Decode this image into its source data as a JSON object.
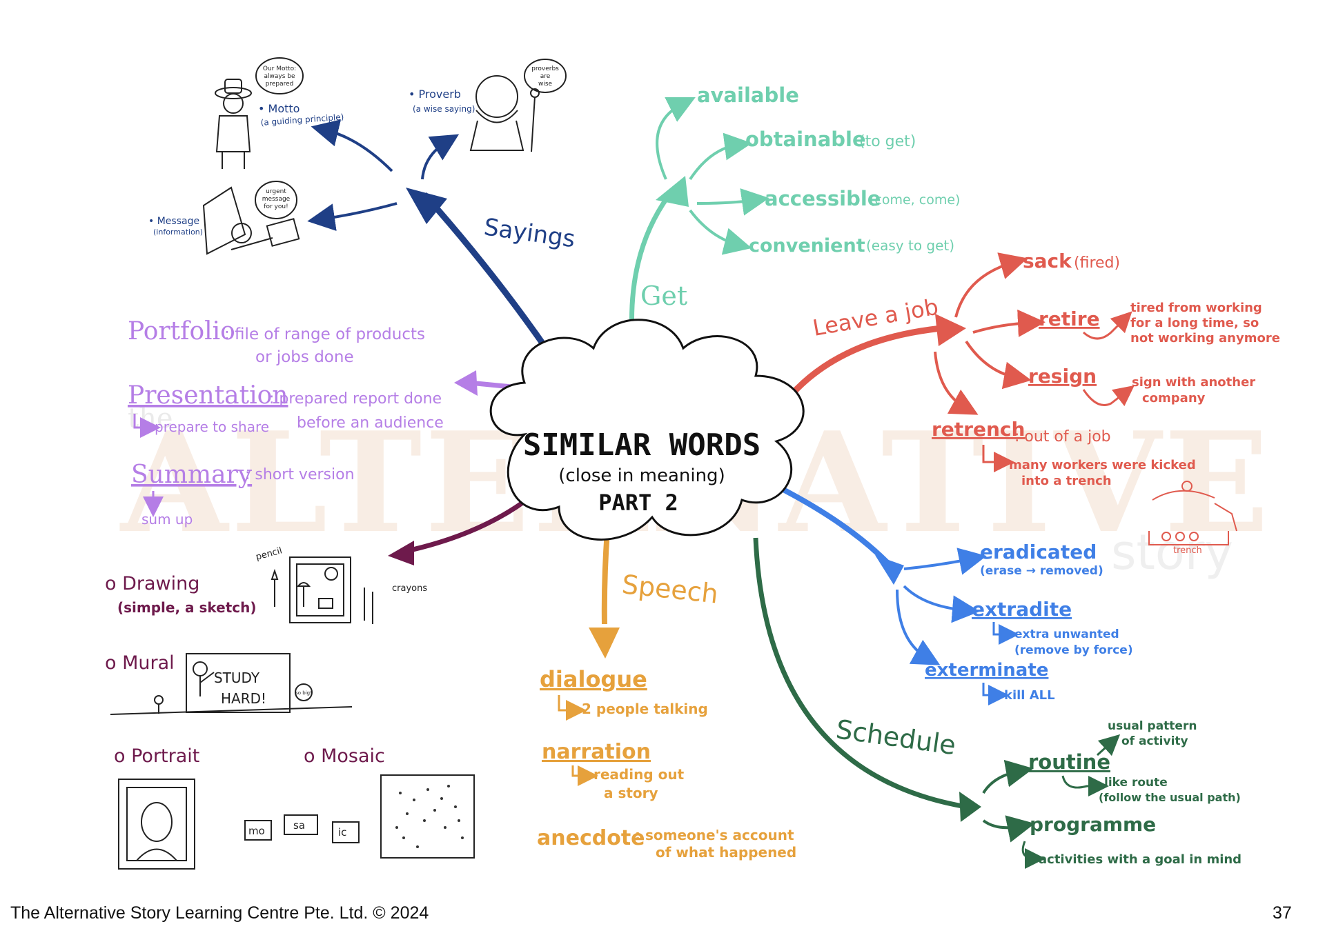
{
  "center": {
    "title": "SIMILAR WORDS",
    "subtitle": "(close in meaning)",
    "part": "PART 2"
  },
  "watermark": {
    "the": "the",
    "word": "ALTERNATIVE",
    "story": "story"
  },
  "colors": {
    "sayings": "#1f3f86",
    "get": "#6fcfae",
    "leave": "#e05a4e",
    "remove": "#3f7fe6",
    "schedule": "#2e6b47",
    "speech": "#e6a13c",
    "art": "#6e1a4c",
    "portfolio": "#b57ee6"
  },
  "branches": {
    "sayings": {
      "label": "Sayings",
      "motto": "• Motto",
      "motto_def": "(a guiding principle)",
      "motto_bubble": [
        "Our Motto:",
        "always be",
        "prepared"
      ],
      "proverb": "• Proverb",
      "proverb_def": "(a wise saying)",
      "proverb_bubble": [
        "proverbs",
        "are",
        "wise"
      ],
      "message": "• Message",
      "message_def": "(information)",
      "message_bubble": [
        "urgent",
        "message",
        "for you!"
      ]
    },
    "get": {
      "label": "Get",
      "items": [
        {
          "word": "available",
          "note": ""
        },
        {
          "word": "obtainable",
          "note": "(to get)"
        },
        {
          "word": "accessible",
          "note": "(come, come)"
        },
        {
          "word": "convenient",
          "note": "(easy to get)"
        }
      ]
    },
    "leave_job": {
      "label": "Leave a job",
      "sack": "sack",
      "sack_note": "(fired)",
      "retire": "retire",
      "retire_note": [
        "tired from working",
        "for a long time, so",
        "not working anymore"
      ],
      "resign": "resign",
      "resign_note": [
        "sign with another",
        "company"
      ],
      "retrench": "retrench",
      "retrench_def": ": out of a job",
      "retrench_note": [
        "many workers were kicked",
        "into a trench"
      ],
      "trench_caption": "trench"
    },
    "remove": {
      "eradicated": "eradicated",
      "eradicated_note": "(erase → removed)",
      "extradite": "extradite",
      "extradite_note": [
        "extra unwanted",
        "(remove by force)"
      ],
      "exterminate": "exterminate",
      "exterminate_note": "kill ALL"
    },
    "schedule": {
      "label": "Schedule",
      "routine": "routine",
      "routine_note1": [
        "usual pattern",
        "of activity"
      ],
      "routine_note2": [
        "like route",
        "(follow the usual path)"
      ],
      "programme": "programme",
      "programme_note": "activities with a goal in mind"
    },
    "speech": {
      "label": "Speech",
      "dialogue": "dialogue",
      "dialogue_note": "2 people talking",
      "narration": "narration",
      "narration_note": [
        "reading out",
        "a story"
      ],
      "anecdote": "anecdote",
      "anecdote_def": [
        ": someone's account",
        "of what happened"
      ]
    },
    "portfolio": {
      "portfolio": "Portfolio",
      "portfolio_def": [
        ": file of range of products",
        "or jobs done"
      ],
      "presentation": "Presentation",
      "presentation_def": [
        ": prepared report done",
        "before an audience"
      ],
      "presentation_note": "prepare to share",
      "summary": "Summary",
      "summary_def": ": short version",
      "summary_note": "sum up"
    },
    "art": {
      "drawing": "o Drawing",
      "drawing_def": "(simple, a sketch)",
      "pencil": "pencil",
      "crayons": "crayons",
      "mural": "o Mural",
      "mural_text": [
        "STUDY",
        "HARD!"
      ],
      "mural_bubble": "so big!",
      "portrait": "o Portrait",
      "mosaic": "o Mosaic",
      "mosaic_tiles": [
        "mo",
        "sa",
        "ic"
      ]
    }
  },
  "footer": {
    "copyright": "The Alternative Story Learning Centre Pte. Ltd. © 2024",
    "page": "37"
  }
}
